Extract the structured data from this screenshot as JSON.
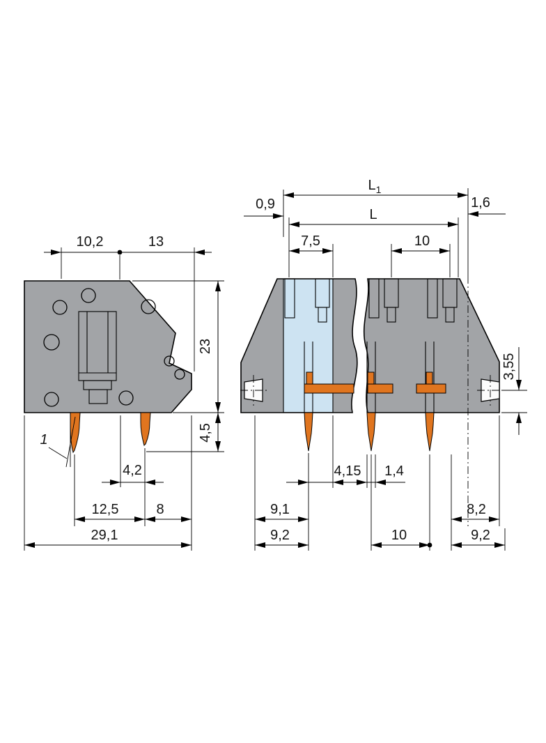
{
  "colors": {
    "background": "#ffffff",
    "body": "#a2a4a7",
    "pole_highlight": "#cde3f2",
    "contact": "#e0751f",
    "line": "#000000"
  },
  "side_view": {
    "dims": {
      "width_left": "10,2",
      "width_right": "13",
      "height": "23",
      "pin_length": "4,5",
      "pin_angle": "1",
      "contact_offset": "4,2",
      "pin_pitch": "12,5",
      "edge_width": "8",
      "overall_width": "29,1"
    }
  },
  "front_view": {
    "dims": {
      "overall_main": "L",
      "overall_sub": "1",
      "length": "L",
      "left_margin": "0,9",
      "right_margin": "1,6",
      "pole_width": "7,5",
      "pole_pitch_top": "10",
      "test_port_depth": "3,55",
      "pin_to_edge": "4,15",
      "pin_width": "1,4",
      "port_to_pin": "9,1",
      "base_left": "9,2",
      "pole_pitch_bottom": "10",
      "edge_dim": "8,2",
      "base_right": "9,2"
    }
  }
}
